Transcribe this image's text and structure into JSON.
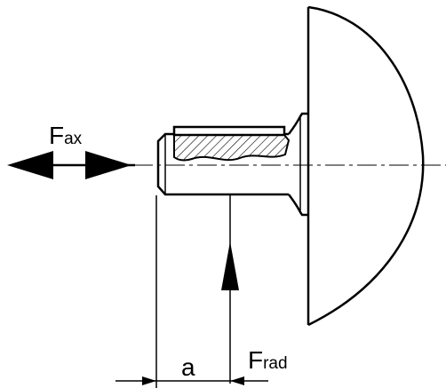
{
  "labels": {
    "axial_force_main": "F",
    "axial_force_sub": "ax",
    "distance": "a",
    "radial_force_main": "F",
    "radial_force_sub": "rad"
  },
  "colors": {
    "line": "#000000",
    "background": "#ffffff"
  }
}
